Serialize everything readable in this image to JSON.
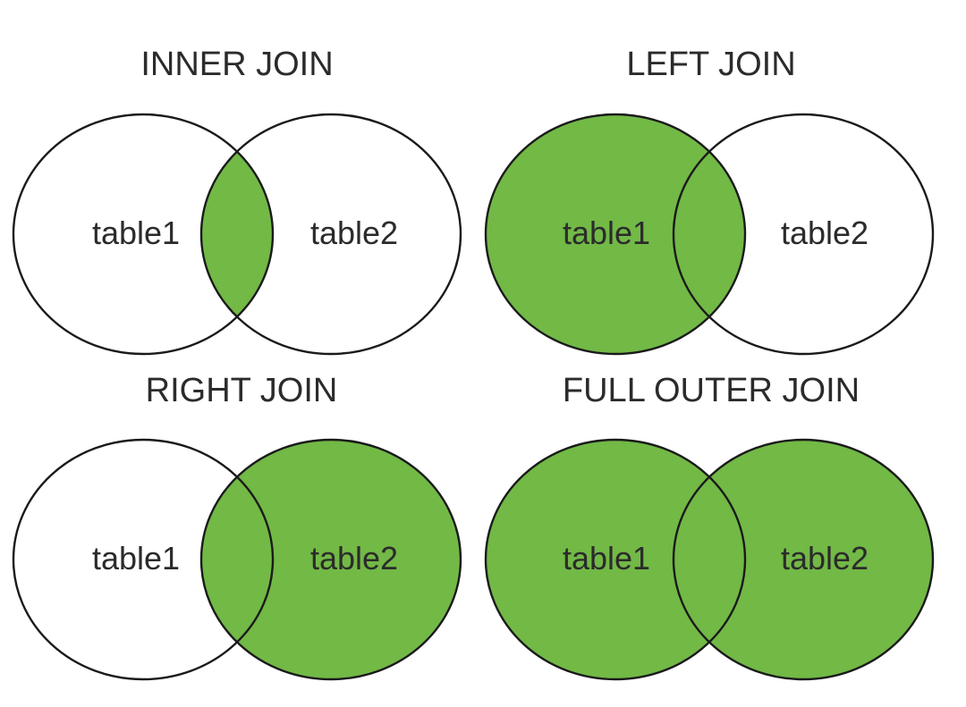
{
  "colors": {
    "fill": "#72b946",
    "stroke": "#1a1a1a",
    "background": "#ffffff",
    "text": "#2b2b2b"
  },
  "panels": [
    {
      "title": "INNER JOIN",
      "left_label": "table1",
      "right_label": "table2",
      "shading": "intersection"
    },
    {
      "title": "LEFT JOIN",
      "left_label": "table1",
      "right_label": "table2",
      "shading": "left"
    },
    {
      "title": "RIGHT JOIN",
      "left_label": "table1",
      "right_label": "table2",
      "shading": "right"
    },
    {
      "title": "FULL OUTER JOIN",
      "left_label": "table1",
      "right_label": "table2",
      "shading": "both"
    }
  ]
}
